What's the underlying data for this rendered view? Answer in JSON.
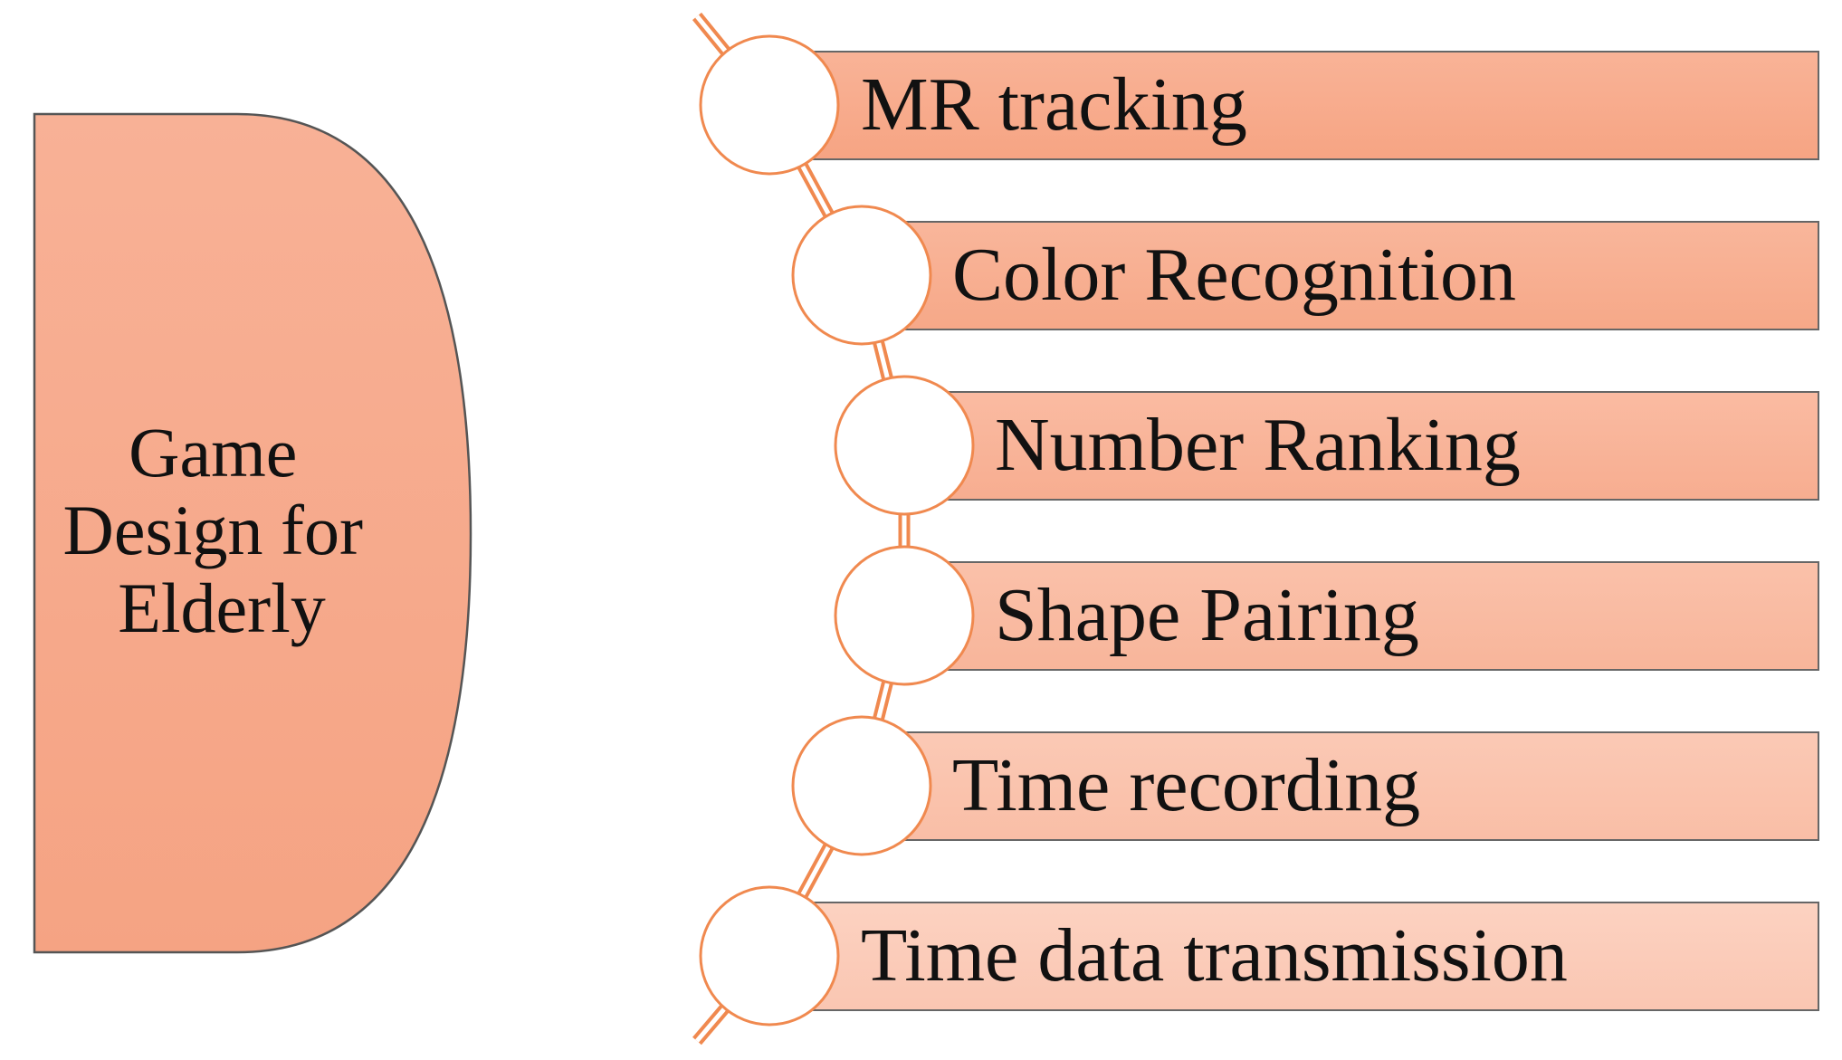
{
  "main_shape": {
    "title_lines": [
      "Game",
      "Design for",
      "Elderly"
    ]
  },
  "items": [
    {
      "label": "MR tracking"
    },
    {
      "label": "Color Recognition"
    },
    {
      "label": "Number Ranking"
    },
    {
      "label": "Shape Pairing"
    },
    {
      "label": "Time recording"
    },
    {
      "label": "Time data transmission"
    }
  ],
  "colors": {
    "accent": "#F0894F",
    "main_fill": "#F7A98A",
    "outline": "#555555"
  }
}
